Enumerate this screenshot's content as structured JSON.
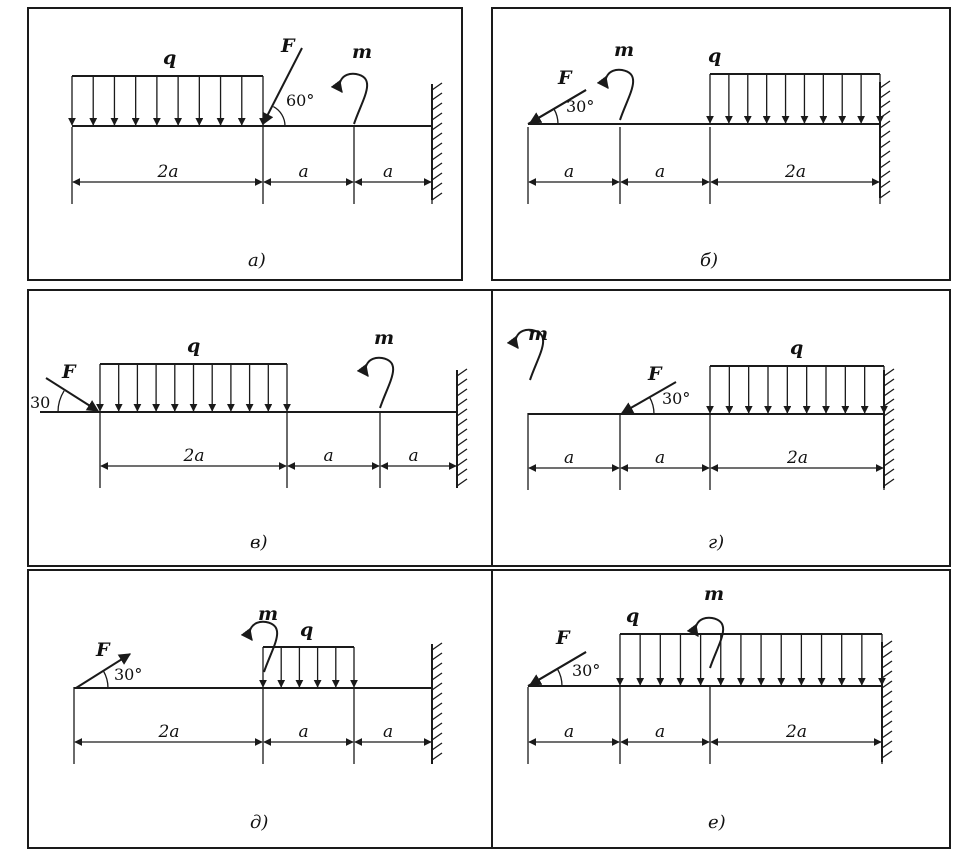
{
  "panels": [
    {
      "caption": "а)",
      "labels": {
        "load": "q",
        "force": "F",
        "moment": "m",
        "angle": "60°"
      },
      "dims": [
        "2a",
        "a",
        "a"
      ]
    },
    {
      "caption": "б)",
      "labels": {
        "load": "q",
        "force": "F",
        "moment": "m",
        "angle": "30°"
      },
      "dims": [
        "a",
        "a",
        "2a"
      ]
    },
    {
      "caption": "в)",
      "labels": {
        "load": "q",
        "force": "F",
        "moment": "m",
        "angle": "30"
      },
      "dims": [
        "2a",
        "a",
        "a"
      ]
    },
    {
      "caption": "г)",
      "labels": {
        "load": "q",
        "force": "F",
        "moment": "m",
        "angle": "30°"
      },
      "dims": [
        "a",
        "a",
        "2a"
      ]
    },
    {
      "caption": "д)",
      "labels": {
        "load": "q",
        "force": "F",
        "moment": "m",
        "angle": "30°"
      },
      "dims": [
        "2a",
        "a",
        "a"
      ]
    },
    {
      "caption": "е)",
      "labels": {
        "load": "q",
        "force": "F",
        "moment": "m",
        "angle": "30°"
      },
      "dims": [
        "a",
        "a",
        "2a"
      ]
    }
  ]
}
